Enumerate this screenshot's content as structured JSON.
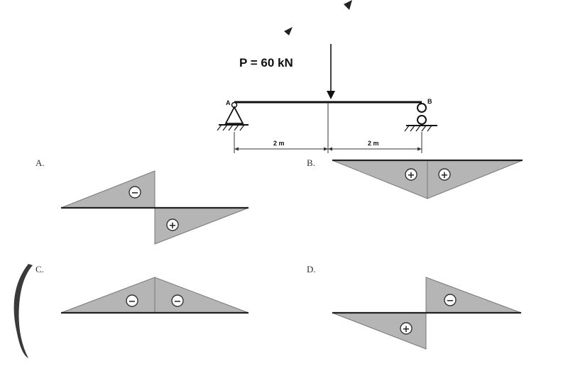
{
  "beam": {
    "load_label": "P =  60  kN",
    "support_a": "A",
    "support_b": "B",
    "span_left": "2 m",
    "span_right": "2 m"
  },
  "options": [
    {
      "label": "A.",
      "signs": [
        "−",
        "+"
      ]
    },
    {
      "label": "B.",
      "signs": [
        "+",
        "+"
      ]
    },
    {
      "label": "C.",
      "signs": [
        "−",
        "−"
      ]
    },
    {
      "label": "D.",
      "signs": [
        "+",
        "−"
      ]
    }
  ]
}
